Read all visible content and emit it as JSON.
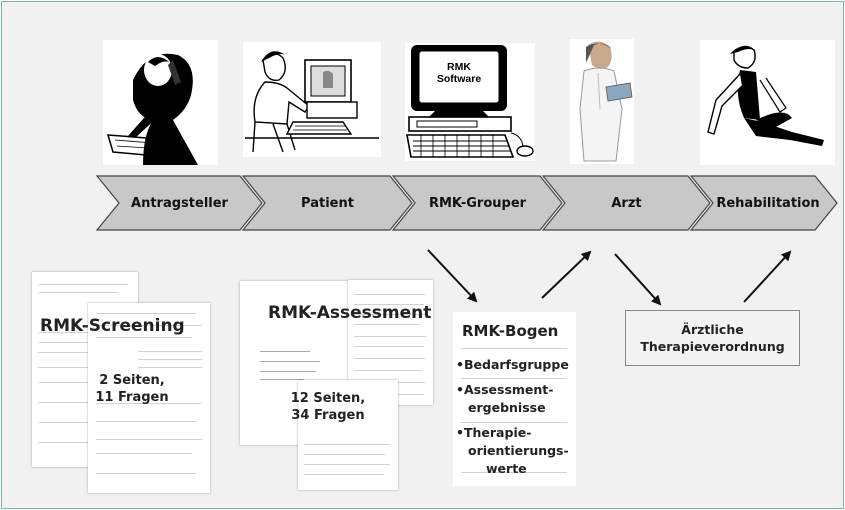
{
  "stages": [
    "Antragsteller",
    "Patient",
    "RMK-Grouper",
    "Arzt",
    "Rehabilitation"
  ],
  "monitor_text": [
    "RMK",
    "Software"
  ],
  "screening": {
    "title": "RMK-Screening",
    "pages": "2 Seiten,",
    "questions": "11 Fragen"
  },
  "assessment": {
    "title": "RMK-Assessment",
    "pages": "12 Seiten,",
    "questions": "34 Fragen"
  },
  "bogen": {
    "title": "RMK-Bogen",
    "items": [
      "•Bedarfsgruppe",
      "•Assessment-",
      "ergebnisse",
      "•Therapie-",
      "orientierungs-",
      "werte"
    ]
  },
  "therapy_box": {
    "line1": "Ärztliche",
    "line2": "Therapieverordnung"
  },
  "colors": {
    "chevron_fill": "#c8c8c8",
    "frame_border": "#7fb59a",
    "background": "#f1f1f1"
  },
  "icons": [
    "person-phone-icon",
    "person-computer-icon",
    "rmk-computer-icon",
    "doctor-icon",
    "rehabilitation-icon"
  ]
}
